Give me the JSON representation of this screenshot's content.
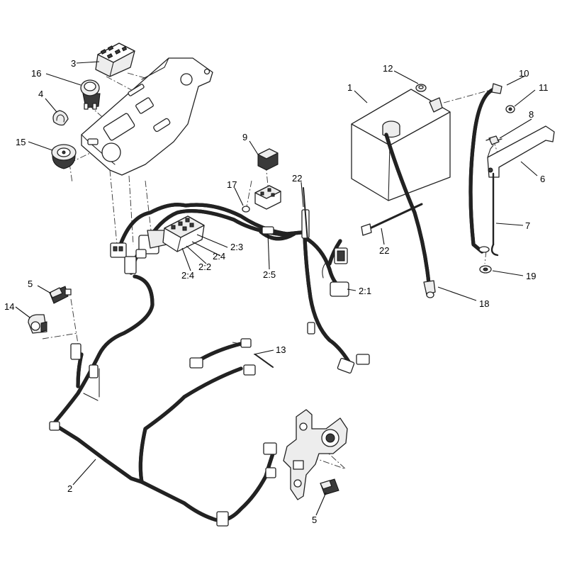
{
  "callouts": {
    "c1": "1",
    "c2": "2",
    "c3": "3",
    "c4": "4",
    "c5a": "5",
    "c5b": "5",
    "c6": "6",
    "c7": "7",
    "c8": "8",
    "c9": "9",
    "c10": "10",
    "c11": "11",
    "c12": "12",
    "c13": "13",
    "c14": "14",
    "c15": "15",
    "c16": "16",
    "c17": "17",
    "c18": "18",
    "c19": "19",
    "c22a": "22",
    "c22b": "22",
    "c2_1": "2:1",
    "c2_2": "2:2",
    "c2_3": "2:3",
    "c2_4a": "2:4",
    "c2_4b": "2:4",
    "c2_5": "2:5"
  }
}
